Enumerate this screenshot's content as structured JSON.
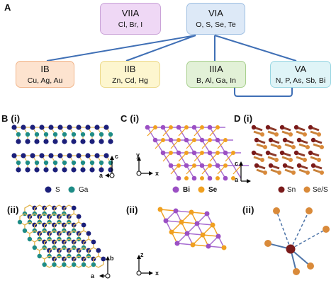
{
  "panel_a": {
    "label": "A",
    "groups": [
      {
        "key": "viia",
        "name": "VIIA",
        "elements": "Cl, Br, I",
        "fill": "#efd8f5",
        "border": "#caa3d8"
      },
      {
        "key": "via",
        "name": "VIA",
        "elements": "O, S, Se, Te",
        "fill": "#dde9f7",
        "border": "#9fbfe2"
      },
      {
        "key": "ib",
        "name": "IB",
        "elements": "Cu, Ag, Au",
        "fill": "#fde3cf",
        "border": "#f1b58b"
      },
      {
        "key": "iib",
        "name": "IIB",
        "elements": "Zn, Cd, Hg",
        "fill": "#fdf6cf",
        "border": "#ecd98a"
      },
      {
        "key": "iiia",
        "name": "IIIA",
        "elements": "B, Al, Ga, In",
        "fill": "#e2f1d7",
        "border": "#a8d08e"
      },
      {
        "key": "va",
        "name": "VA",
        "elements": "N, P, As, Sb, Bi",
        "fill": "#dff4f7",
        "border": "#98d6e2"
      }
    ],
    "connector_color": "#3f6fb5"
  },
  "panel_b": {
    "label": "B",
    "sub_i": "(i)",
    "sub_ii": "(ii)",
    "legend": [
      {
        "symbol": "S",
        "color": "#1b1f7a"
      },
      {
        "symbol": "Ga",
        "color": "#1e8c86"
      }
    ],
    "axes_i": {
      "up": "c",
      "right": "a"
    },
    "axes_ii": {
      "up": "b",
      "right": "a"
    }
  },
  "panel_c": {
    "label": "C",
    "sub_i": "(i)",
    "sub_ii": "(ii)",
    "legend": [
      {
        "symbol": "Bi",
        "color": "#9b4fc4"
      },
      {
        "symbol": "Se",
        "color": "#f0a020"
      }
    ],
    "axes_i": {
      "up": "y",
      "right": "x"
    },
    "axes_ii": {
      "up": "z",
      "right": "x"
    }
  },
  "panel_d": {
    "label": "D",
    "sub_i": "(i)",
    "sub_ii": "(ii)",
    "legend": [
      {
        "symbol": "Sn",
        "color": "#7a1a1a"
      },
      {
        "symbol": "Se/S",
        "color": "#d98a3a"
      }
    ],
    "axes_i": {
      "up": "c",
      "right": "a"
    }
  }
}
